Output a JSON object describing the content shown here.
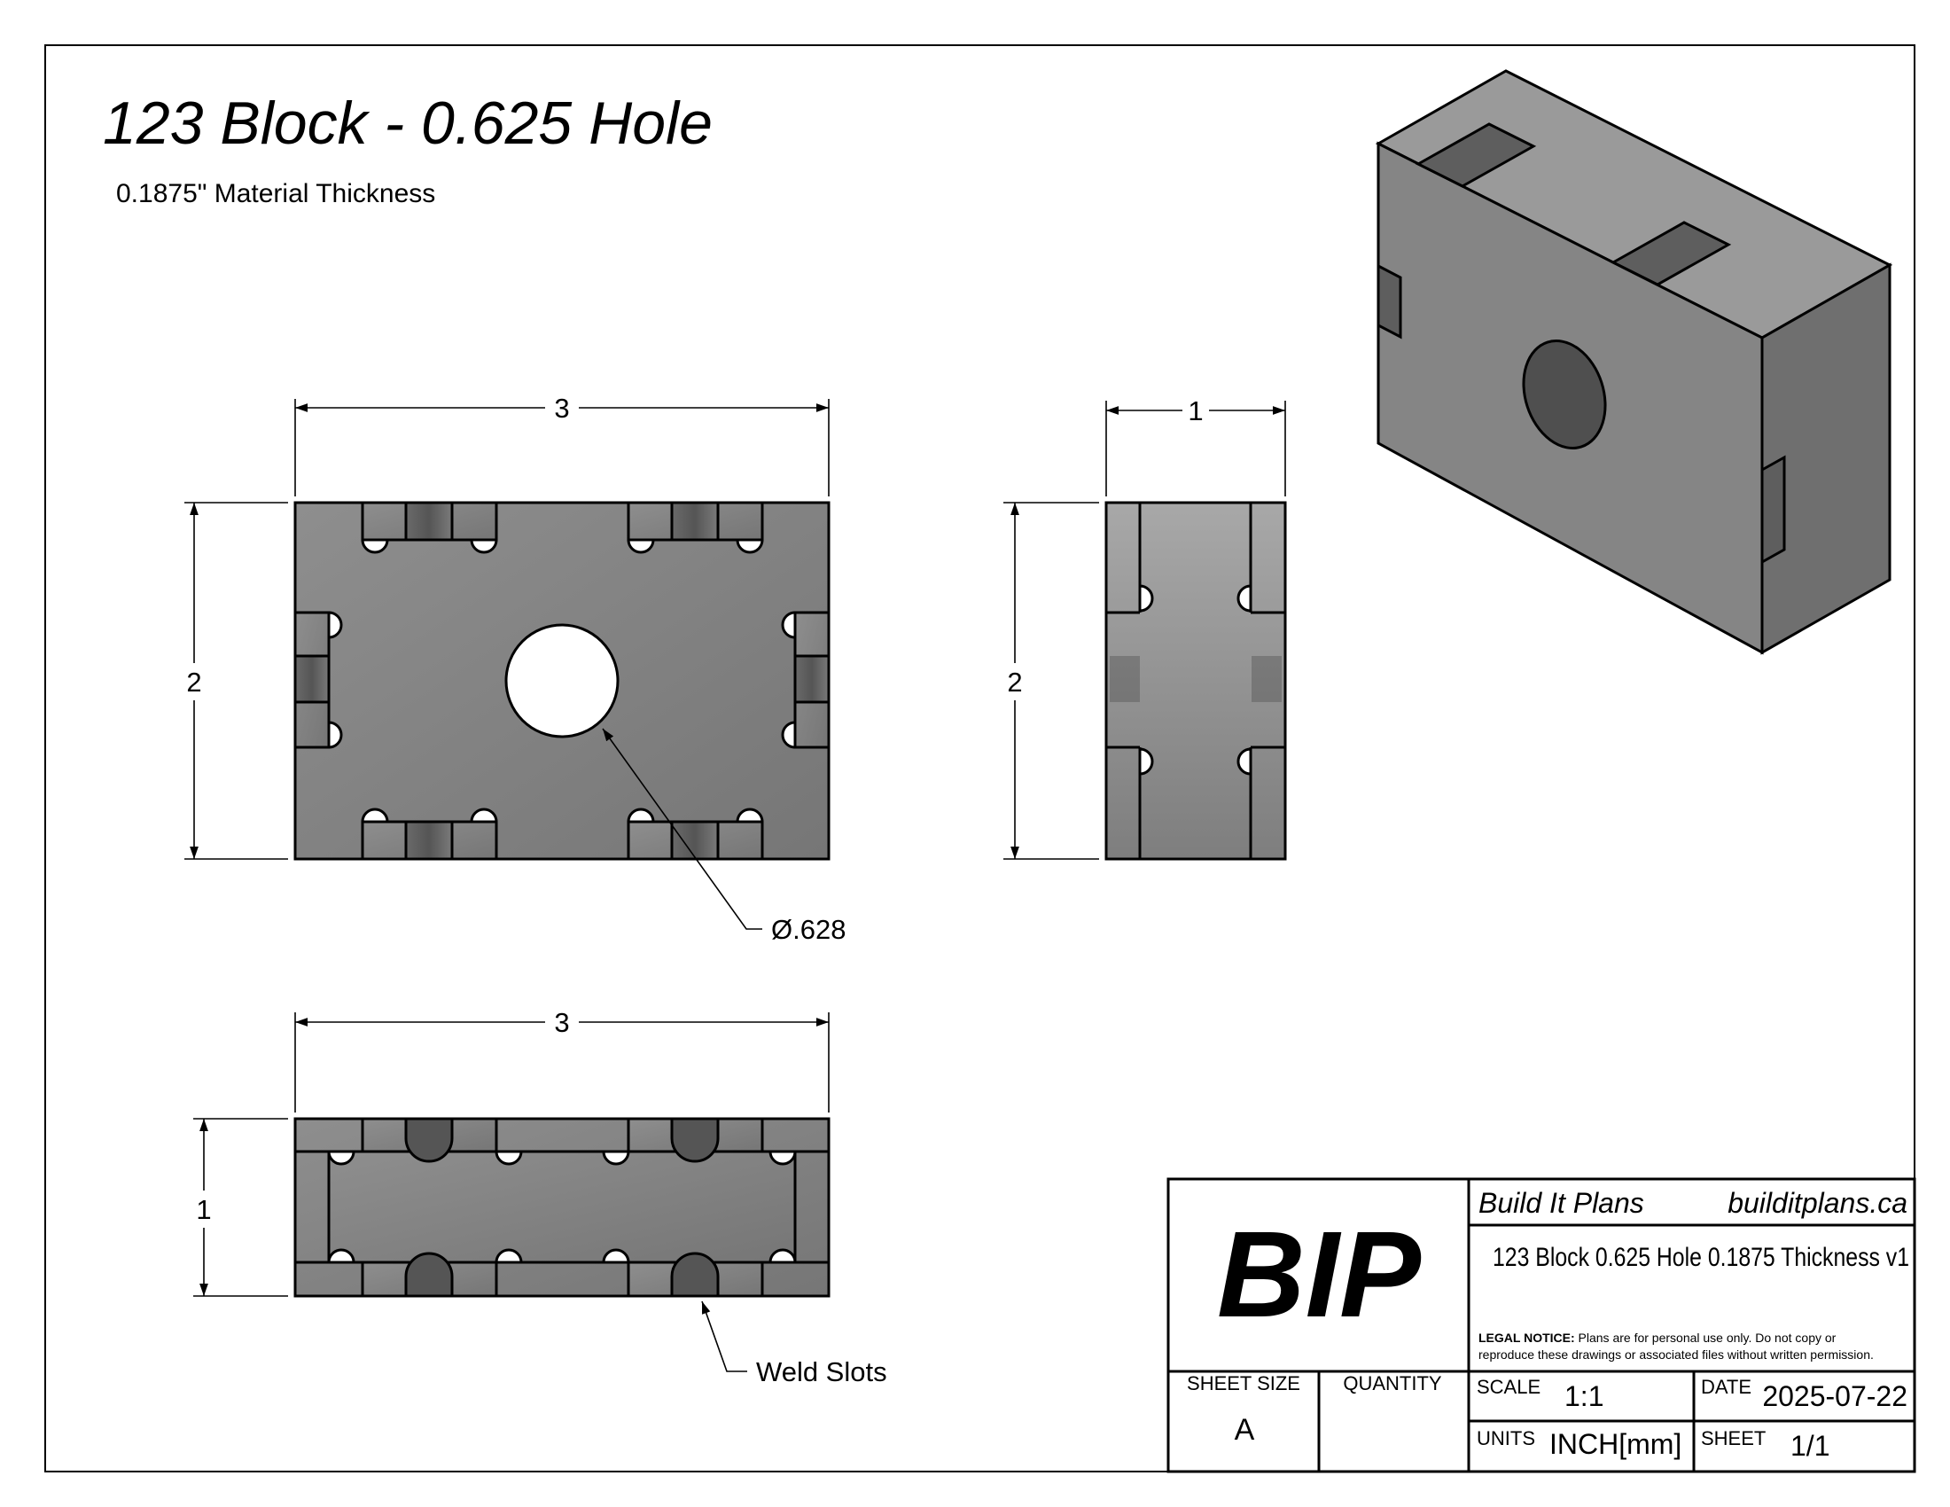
{
  "title": "123 Block - 0.625 Hole",
  "subtitle": "0.1875\" Material Thickness",
  "dimensions": {
    "front_width": "3",
    "front_height": "2",
    "side_width": "1",
    "side_height": "2",
    "top_width": "3",
    "top_height": "1",
    "hole_diameter": "Ø.628",
    "weld_slots": "Weld Slots"
  },
  "title_block": {
    "logo": "BIP",
    "company": "Build It Plans",
    "website": "builditplans.ca",
    "drawing_name": "123 Block 0.625 Hole 0.1875 Thickness v1",
    "legal_label": "LEGAL NOTICE:",
    "legal_line1": "Plans are for personal use only. Do not copy or",
    "legal_line2": "reproduce these drawings or associated files without written permission.",
    "sheet_size_label": "SHEET SIZE",
    "sheet_size": "A",
    "quantity_label": "QUANTITY",
    "scale_label": "SCALE",
    "scale": "1:1",
    "date_label": "DATE",
    "date": "2025-07-22",
    "units_label": "UNITS",
    "units": "INCH[mm]",
    "sheet_label": "SHEET",
    "sheet": "1/1"
  }
}
